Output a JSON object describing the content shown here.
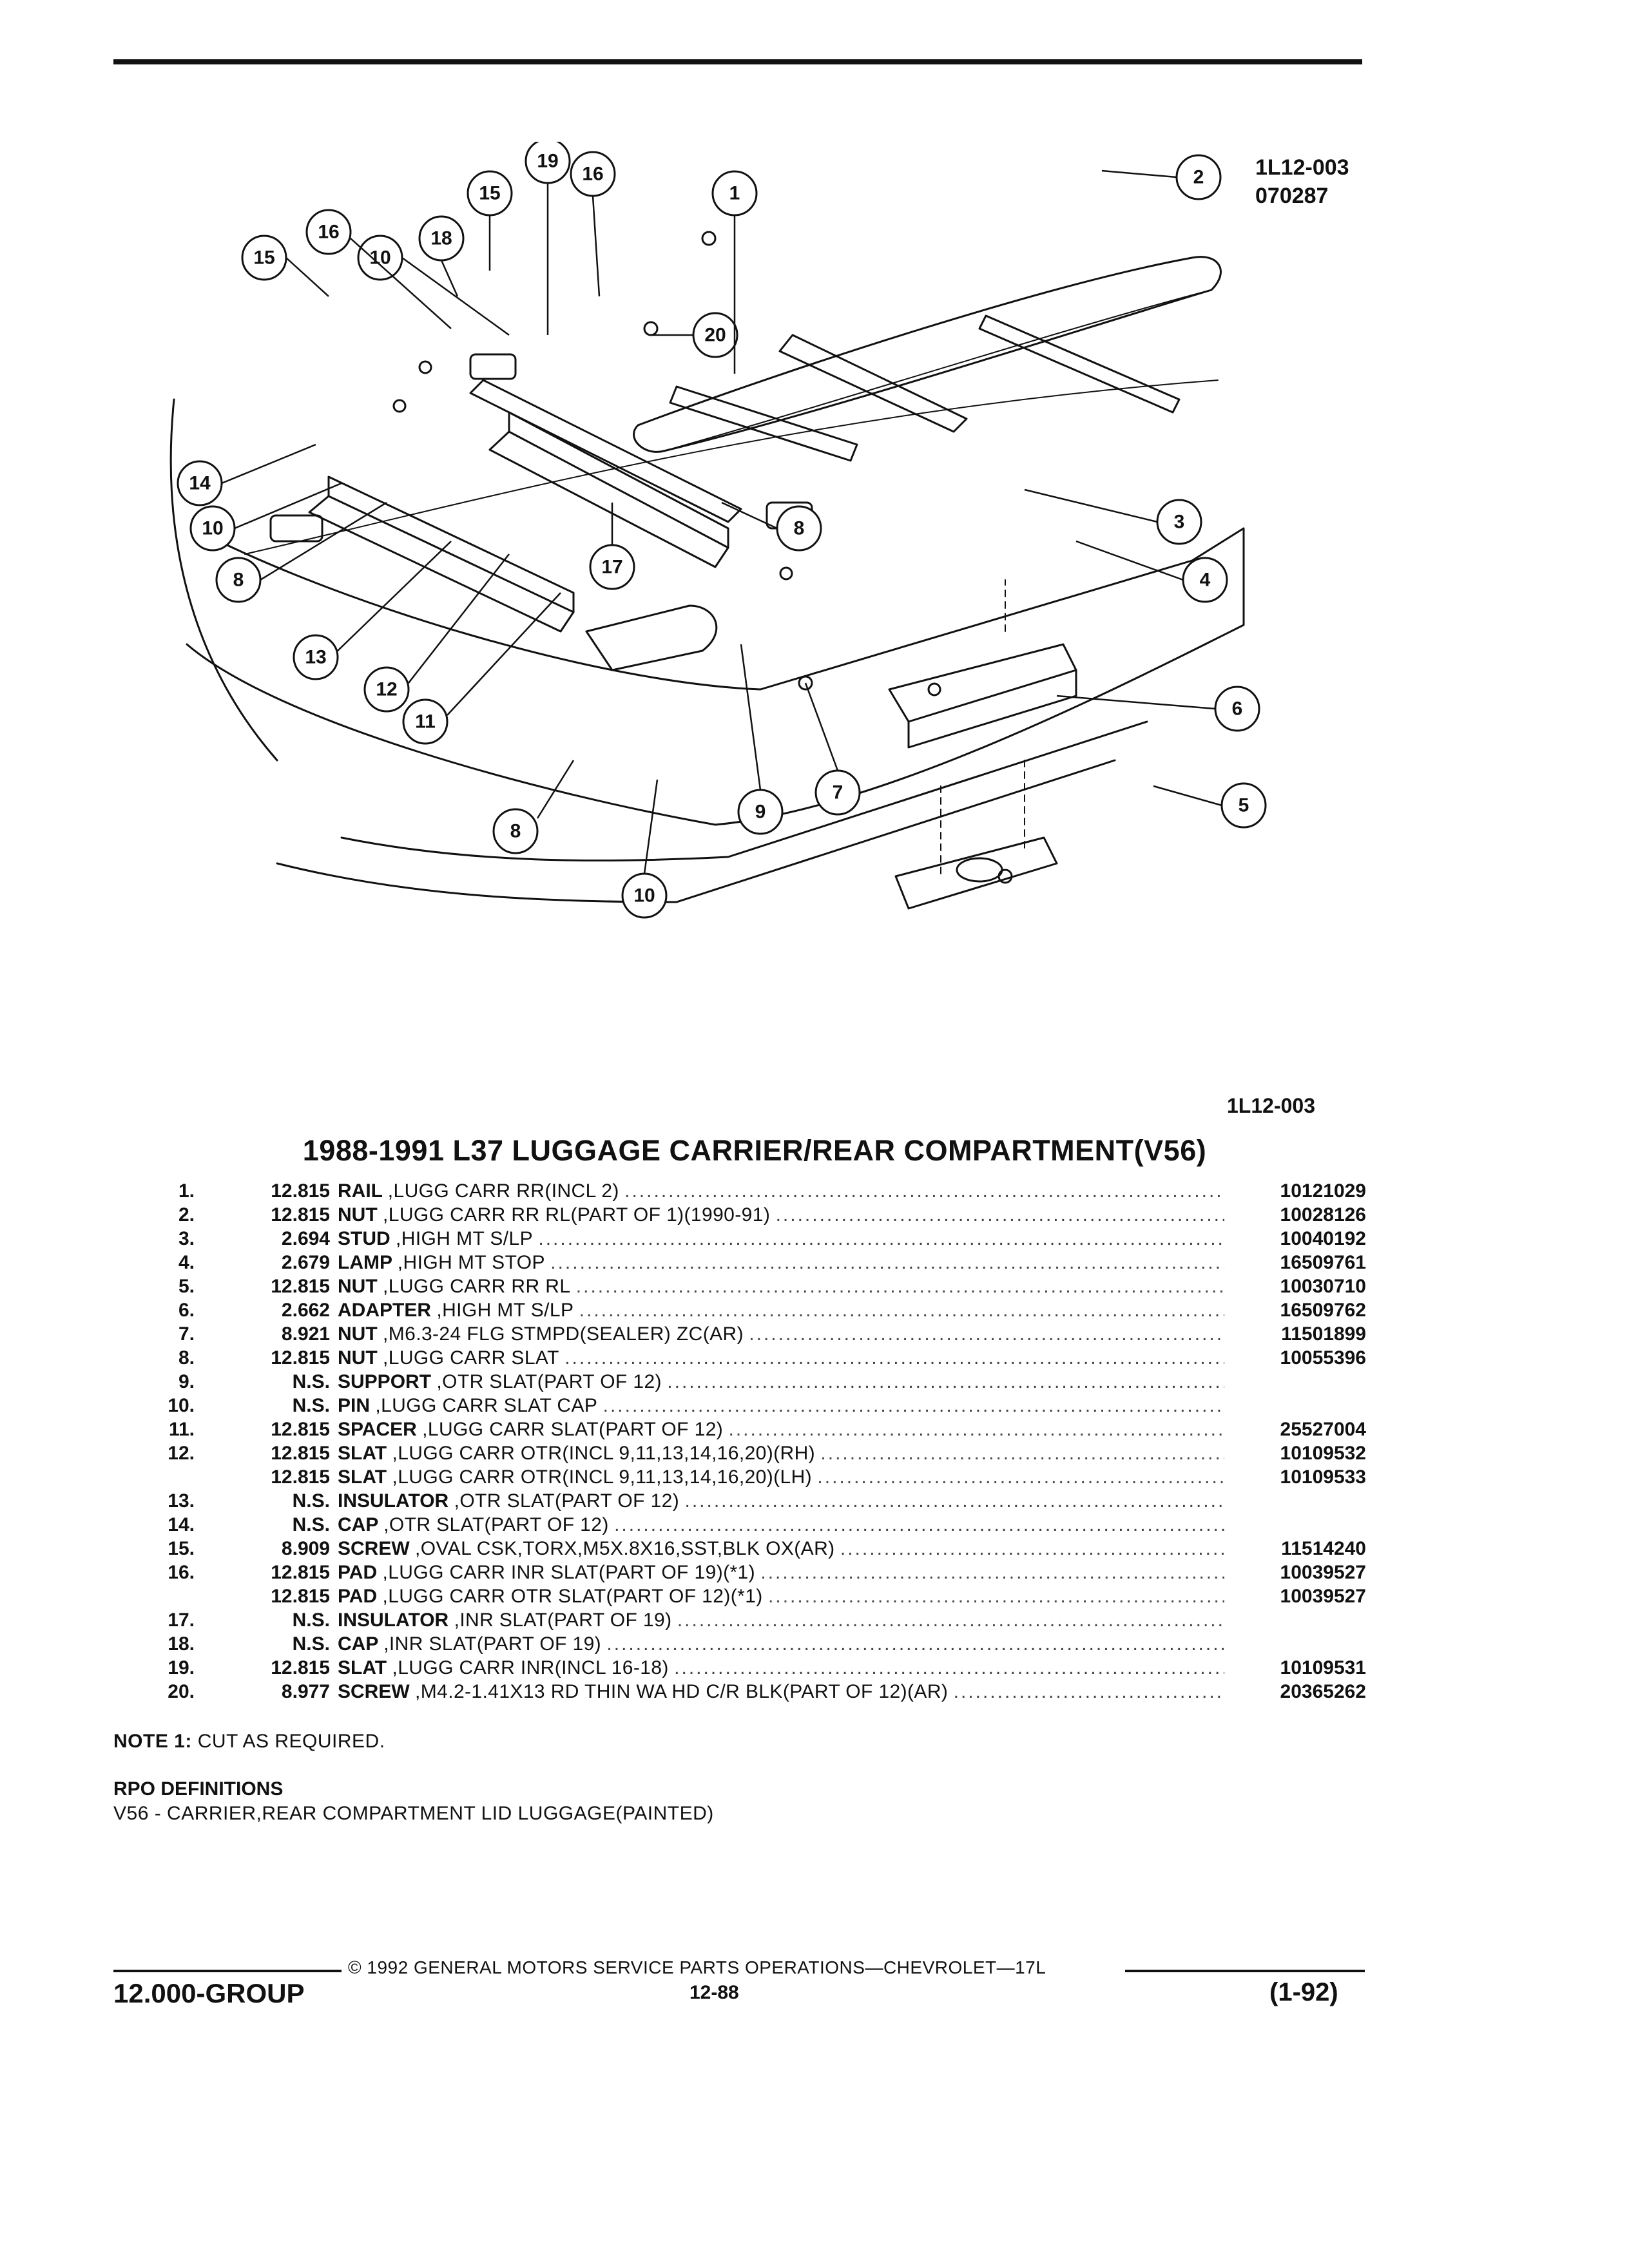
{
  "figure": {
    "id_line1": "1L12-003",
    "id_line2": "070287",
    "code": "1L12-003",
    "callouts": [
      "1",
      "2",
      "3",
      "4",
      "5",
      "6",
      "7",
      "8",
      "9",
      "10",
      "11",
      "12",
      "13",
      "14",
      "15",
      "16",
      "17",
      "18",
      "19",
      "20"
    ]
  },
  "title": "1988-1991 L37 LUGGAGE CARRIER/REAR COMPARTMENT(V56)",
  "parts": [
    {
      "num": "1.",
      "group": "12.815",
      "name": "RAIL",
      "detail": ",LUGG CARR RR(INCL 2)",
      "part": "10121029"
    },
    {
      "num": "2.",
      "group": "12.815",
      "name": "NUT",
      "detail": ",LUGG CARR RR RL(PART OF 1)(1990-91)",
      "part": "10028126"
    },
    {
      "num": "3.",
      "group": "2.694",
      "name": "STUD",
      "detail": ",HIGH MT S/LP",
      "part": "10040192"
    },
    {
      "num": "4.",
      "group": "2.679",
      "name": "LAMP",
      "detail": ",HIGH MT STOP",
      "part": "16509761"
    },
    {
      "num": "5.",
      "group": "12.815",
      "name": "NUT",
      "detail": ",LUGG CARR RR RL",
      "part": "10030710"
    },
    {
      "num": "6.",
      "group": "2.662",
      "name": "ADAPTER",
      "detail": ",HIGH MT S/LP",
      "part": "16509762"
    },
    {
      "num": "7.",
      "group": "8.921",
      "name": "NUT",
      "detail": ",M6.3-24 FLG STMPD(SEALER) ZC(AR)",
      "part": "11501899"
    },
    {
      "num": "8.",
      "group": "12.815",
      "name": "NUT",
      "detail": ",LUGG CARR SLAT",
      "part": "10055396"
    },
    {
      "num": "9.",
      "group": "N.S.",
      "name": "SUPPORT",
      "detail": ",OTR SLAT(PART OF 12)",
      "part": ""
    },
    {
      "num": "10.",
      "group": "N.S.",
      "name": "PIN",
      "detail": ",LUGG CARR SLAT CAP",
      "part": ""
    },
    {
      "num": "11.",
      "group": "12.815",
      "name": "SPACER",
      "detail": ",LUGG CARR SLAT(PART OF 12)",
      "part": "25527004"
    },
    {
      "num": "12.",
      "group": "12.815",
      "name": "SLAT",
      "detail": ",LUGG CARR OTR(INCL 9,11,13,14,16,20)(RH)",
      "part": "10109532"
    },
    {
      "num": "",
      "group": "12.815",
      "name": "SLAT",
      "detail": ",LUGG CARR OTR(INCL 9,11,13,14,16,20)(LH)",
      "part": "10109533"
    },
    {
      "num": "13.",
      "group": "N.S.",
      "name": "INSULATOR",
      "detail": ",OTR SLAT(PART OF 12)",
      "part": ""
    },
    {
      "num": "14.",
      "group": "N.S.",
      "name": "CAP",
      "detail": ",OTR SLAT(PART OF 12)",
      "part": ""
    },
    {
      "num": "15.",
      "group": "8.909",
      "name": "SCREW",
      "detail": ",OVAL CSK,TORX,M5X.8X16,SST,BLK OX(AR)",
      "part": "11514240"
    },
    {
      "num": "16.",
      "group": "12.815",
      "name": "PAD",
      "detail": ",LUGG CARR INR SLAT(PART OF 19)(*1)",
      "part": "10039527"
    },
    {
      "num": "",
      "group": "12.815",
      "name": "PAD",
      "detail": ",LUGG CARR OTR SLAT(PART OF 12)(*1)",
      "part": "10039527"
    },
    {
      "num": "17.",
      "group": "N.S.",
      "name": "INSULATOR",
      "detail": ",INR SLAT(PART OF 19)",
      "part": ""
    },
    {
      "num": "18.",
      "group": "N.S.",
      "name": "CAP",
      "detail": ",INR SLAT(PART OF 19)",
      "part": ""
    },
    {
      "num": "19.",
      "group": "12.815",
      "name": "SLAT",
      "detail": ",LUGG CARR INR(INCL 16-18)",
      "part": "10109531"
    },
    {
      "num": "20.",
      "group": "8.977",
      "name": "SCREW",
      "detail": ",M4.2-1.41X13 RD THIN WA HD C/R BLK(PART OF 12)(AR)",
      "part": "20365262"
    }
  ],
  "note": {
    "label": "NOTE  1:",
    "text": "CUT AS REQUIRED."
  },
  "rpo": {
    "heading": "RPO DEFINITIONS",
    "text": "V56 - CARRIER,REAR COMPARTMENT LID LUGGAGE(PAINTED)"
  },
  "footer": {
    "copyright": "© 1992 GENERAL MOTORS SERVICE PARTS OPERATIONS—CHEVROLET—17L",
    "group": "12.000-GROUP",
    "page": "12-88",
    "date": "(1-92)"
  }
}
